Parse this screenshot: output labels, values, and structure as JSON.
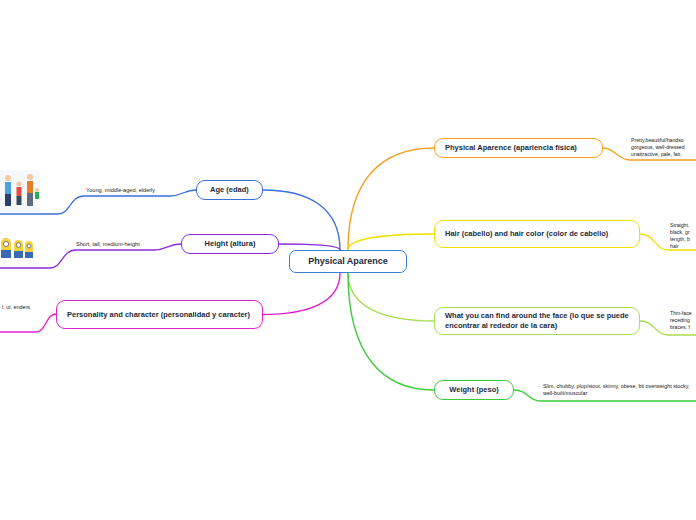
{
  "diagram": {
    "nodes": [
      {
        "text": [
          "Physical Aparence"
        ]
      },
      {
        "text": [
          "Physical Aparence (apariencia física)"
        ]
      },
      {
        "text": [
          "Hair (cabello) and hair color (color de cabello)"
        ]
      },
      {
        "text": [
          "What you can find around the face (lo que se puede encontrar al rededor de la cara)"
        ]
      },
      {
        "text": [
          "Weight (peso)"
        ]
      },
      {
        "text": [
          "Age (edad)"
        ]
      },
      {
        "text": [
          "Height (altura)"
        ]
      },
      {
        "text": [
          "Personality and character (personalidad y caracter)"
        ]
      }
    ],
    "edges": [
      {
        "from": 0,
        "to": 1,
        "arrow": "none"
      },
      {
        "from": 0,
        "to": 2,
        "arrow": "none"
      },
      {
        "from": 0,
        "to": 3,
        "arrow": "none"
      },
      {
        "from": 0,
        "to": 4,
        "arrow": "none"
      },
      {
        "from": 0,
        "to": 5,
        "arrow": "none"
      },
      {
        "from": 0,
        "to": 6,
        "arrow": "none"
      },
      {
        "from": 0,
        "to": 7,
        "arrow": "none"
      }
    ],
    "labels": [
      "Pretty,beautiful/handso gorgeous, well-dressed unattractive, pale, fair,",
      "Straight, black, gr length, b hair",
      "Thin-face receding braces, f",
      "Slim, chubby, plup/stout, skinny, obese, bit overweight stocky, well-built/muscular",
      "Young, middle-aged, elderly",
      "Short, tall, medium-height",
      "l, ul, endent."
    ]
  }
}
